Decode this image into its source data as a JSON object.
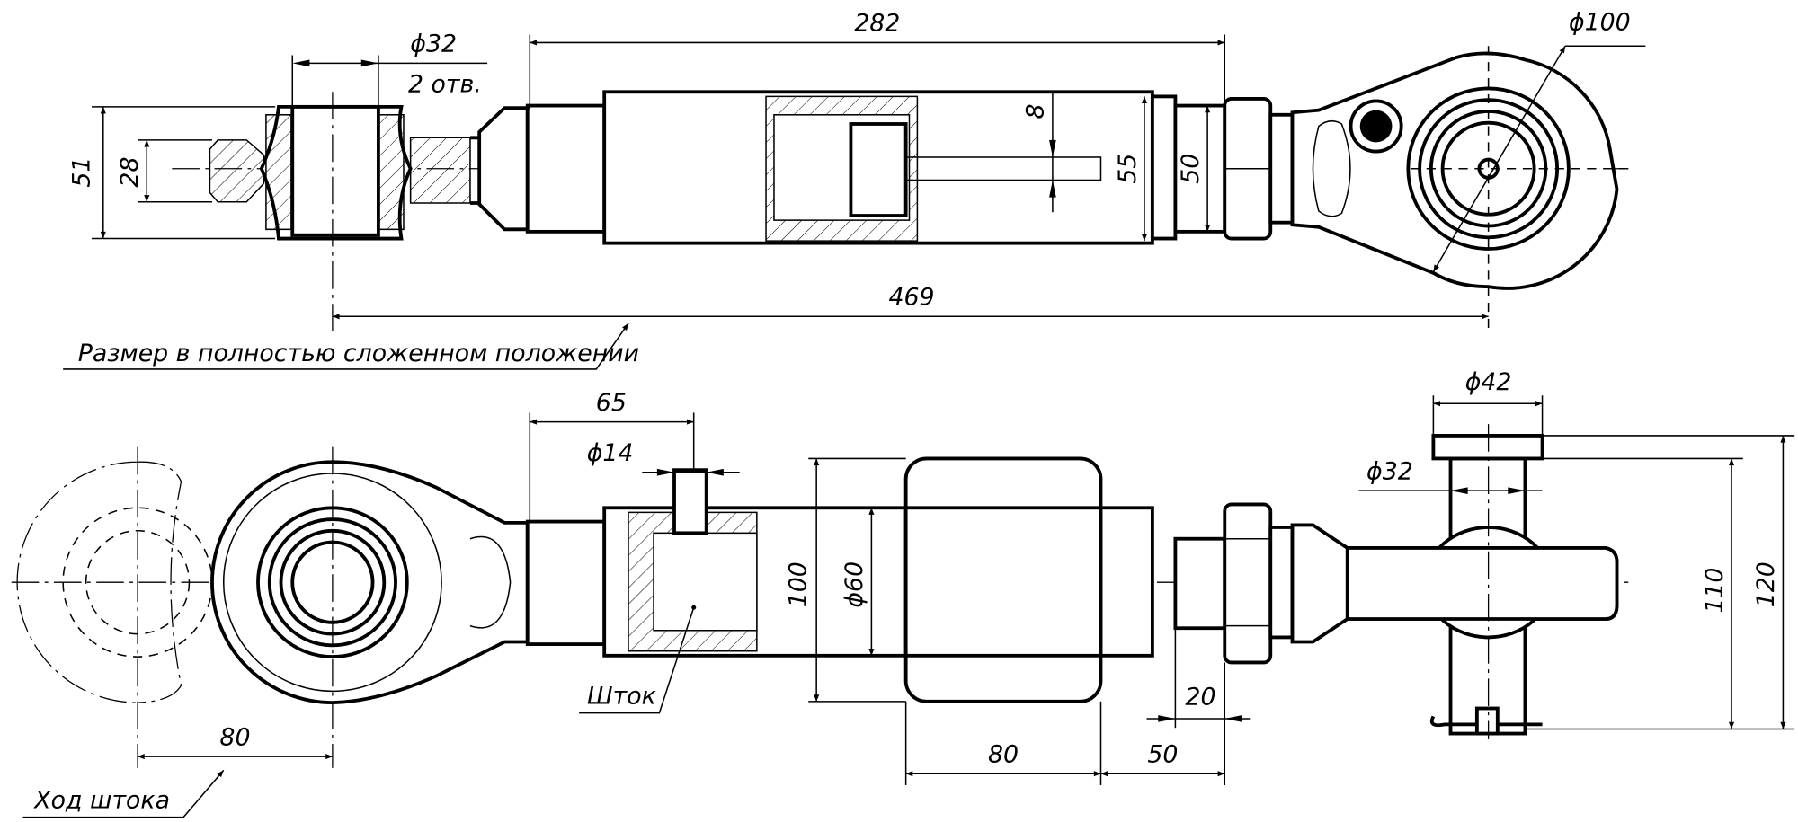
{
  "title": "Hydraulic top link assembly drawing",
  "top_view": {
    "pin_diameter": "ϕ32",
    "pin_count": "2 отв.",
    "dim_body_length": "282",
    "dim_eye_diameter": "ϕ100",
    "dim_ball_width": "51",
    "dim_end_width": "28",
    "dim_rod": "8",
    "dim_body_height": "55",
    "dim_nut_size": "50",
    "dim_total_length": "469",
    "note_collapsed": "Размер в полностью сложенном положении"
  },
  "bottom_view": {
    "dim_offset": "65",
    "dim_hole_diameter": "ϕ14",
    "dim_clamp_height": "100",
    "dim_body_diameter": "ϕ60",
    "dim_pin_head_diameter": "ϕ42",
    "dim_pin_diameter": "ϕ32",
    "dim_pin_length_inner": "110",
    "dim_pin_length_outer": "120",
    "dim_thread_length": "20",
    "dim_clamp_width": "80",
    "dim_clamp_to_nut": "50",
    "dim_stroke": "80",
    "label_stroke": "Ход штока",
    "label_rod": "Шток"
  }
}
